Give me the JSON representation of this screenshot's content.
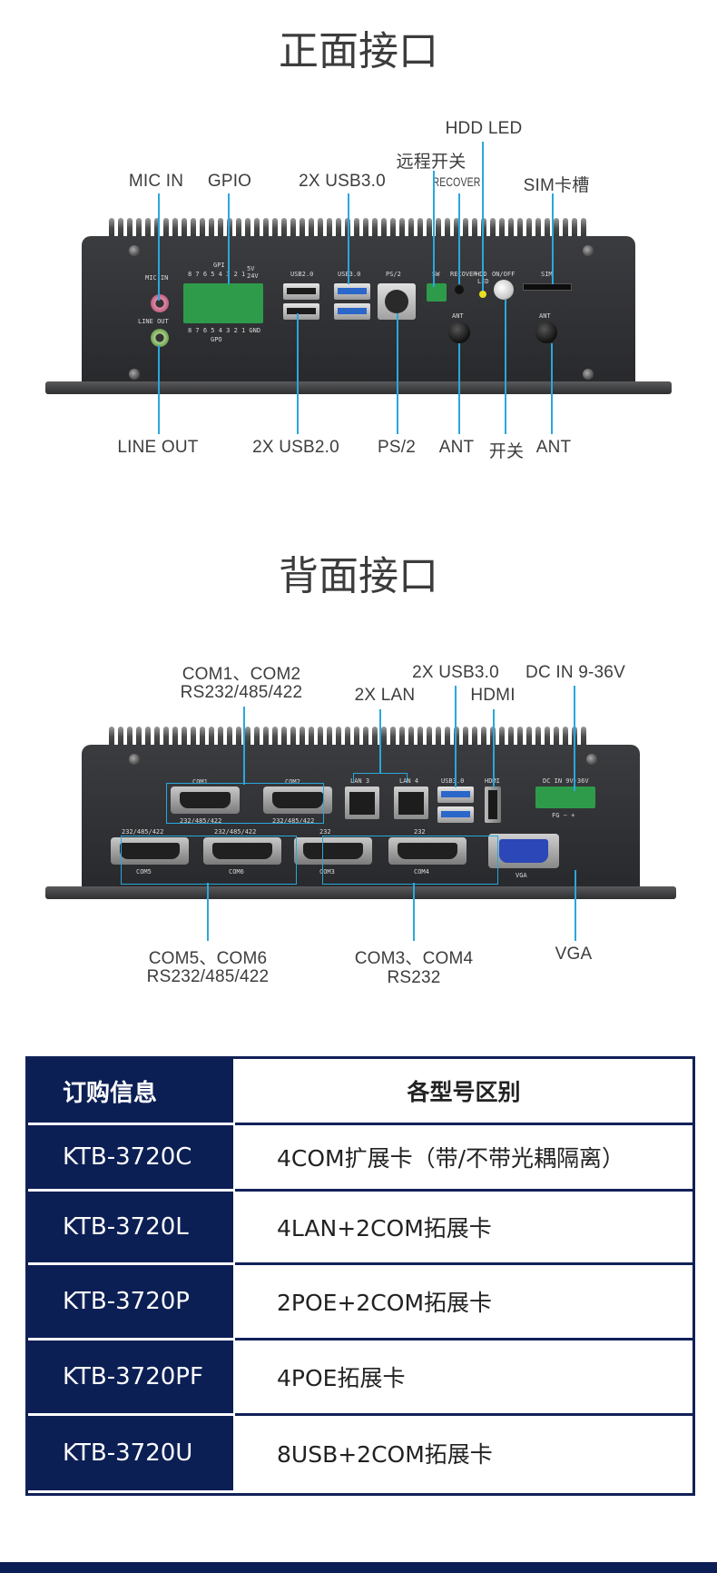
{
  "front": {
    "title": "正面接口",
    "labels": {
      "hdd_led": "HDD LED",
      "remote_switch": "远程开关",
      "recover": "RECOVER",
      "mic_in": "MIC IN",
      "gpio": "GPIO",
      "usb30": "2X USB3.0",
      "sim": "SIM卡槽",
      "line_out": "LINE OUT",
      "usb20": "2X USB2.0",
      "ps2": "PS/2",
      "ant1": "ANT",
      "power": "开关",
      "ant2": "ANT"
    },
    "silk": {
      "mic": "MIC IN",
      "line": "LINE OUT",
      "gpi": "GPI",
      "gpi_pins": "8 7 6 5 4 3 2 1",
      "v5": "5V",
      "v24": "24V",
      "gpo": "GPO",
      "gpo_pins": "8 7 6 5 4 3 2 1 GND",
      "usb2": "USB2.0",
      "usb3": "USB3.0",
      "ps2": "PS/2",
      "sw": "SW",
      "recover": "RECOVER",
      "hdd": "HDD",
      "led": "LED",
      "onoff": "ON/OFF",
      "sim": "SIM",
      "ant": "ANT"
    }
  },
  "rear": {
    "title": "背面接口",
    "labels": {
      "com12_line1": "COM1、COM2",
      "com12_line2": "RS232/485/422",
      "lan": "2X LAN",
      "usb30": "2X USB3.0",
      "hdmi": "HDMI",
      "dcin": "DC IN 9-36V",
      "com56_line1": "COM5、COM6",
      "com56_line2": "RS232/485/422",
      "com34_line1": "COM3、COM4",
      "com34_line2": "RS232",
      "vga": "VGA"
    },
    "silk": {
      "com1": "COM1",
      "com2": "COM2",
      "rs": "232/485/422",
      "lan3": "LAN 3",
      "lan4": "LAN 4",
      "usb3": "USB3.0",
      "hdmi": "HDMI",
      "dc": "DC IN 9V-36V",
      "fg": "FG  −  +",
      "com5": "COM5",
      "com6": "COM6",
      "com3": "COM3",
      "com4": "COM4",
      "rs232": "232",
      "vga": "VGA"
    }
  },
  "table": {
    "header_left": "订购信息",
    "header_right": "各型号区别",
    "rows": [
      {
        "model": "KTB-3720C",
        "desc": "4COM扩展卡（带/不带光耦隔离）"
      },
      {
        "model": "KTB-3720L",
        "desc": "4LAN+2COM拓展卡"
      },
      {
        "model": "KTB-3720P",
        "desc": "2POE+2COM拓展卡"
      },
      {
        "model": "KTB-3720PF",
        "desc": "4POE拓展卡"
      },
      {
        "model": "KTB-3720U",
        "desc": "8USB+2COM拓展卡"
      }
    ]
  },
  "colors": {
    "accent_line": "#2aa7dc",
    "table_navy": "#0c1f55",
    "usb3_blue": "#2b66c9",
    "terminal_green": "#2e9b4a"
  }
}
